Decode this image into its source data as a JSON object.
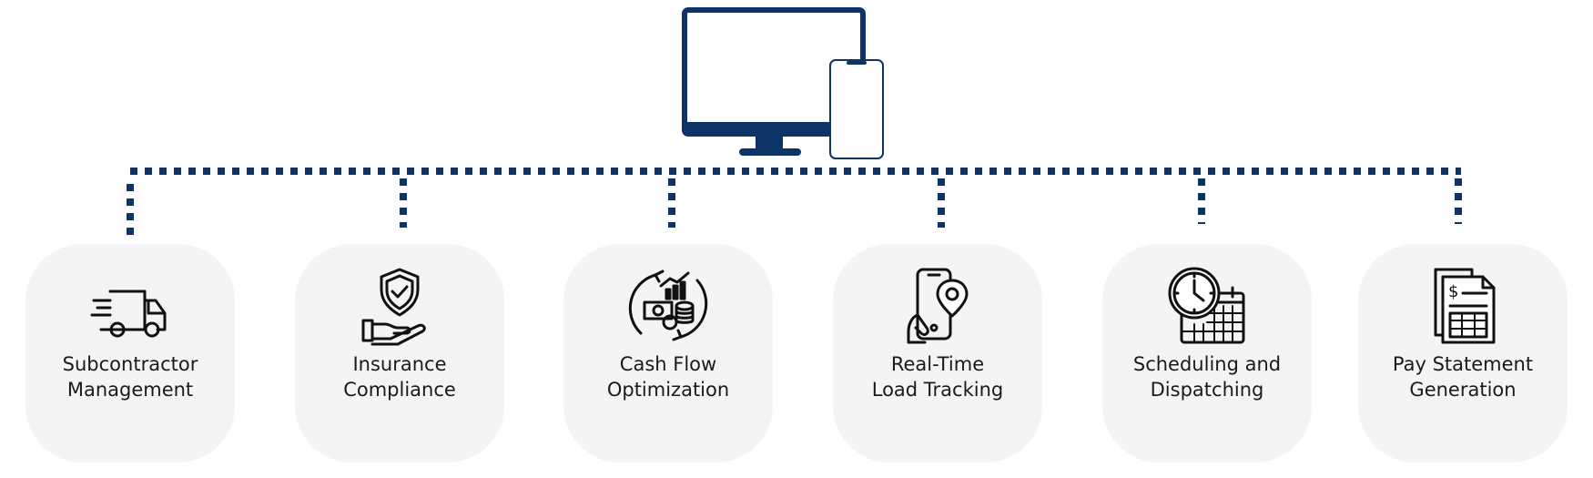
{
  "colors": {
    "accent": "#0d3466",
    "card": "#f3f4f6",
    "text": "#1a1a1a",
    "icon": "#111111"
  },
  "features": [
    {
      "icon": "delivery-truck-icon",
      "line1": "Subcontractor",
      "line2": "Management"
    },
    {
      "icon": "shield-hand-icon",
      "line1": "Insurance",
      "line2": "Compliance"
    },
    {
      "icon": "cash-cycle-icon",
      "line1": "Cash Flow",
      "line2": "Optimization"
    },
    {
      "icon": "phone-location-icon",
      "line1": "Real-Time",
      "line2": "Load Tracking"
    },
    {
      "icon": "clock-calendar-icon",
      "line1": "Scheduling and",
      "line2": "Dispatching"
    },
    {
      "icon": "pay-statement-icon",
      "line1": "Pay Statement",
      "line2": "Generation"
    }
  ]
}
